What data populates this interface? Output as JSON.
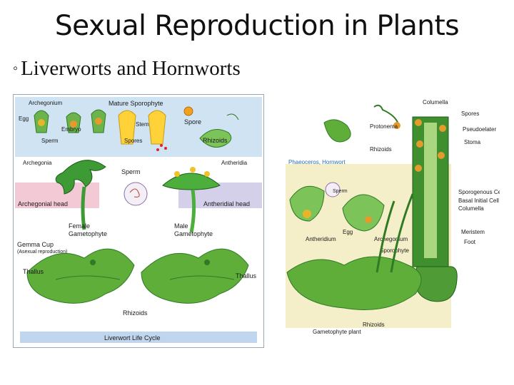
{
  "slide": {
    "title": "Sexual Reproduction in Plants",
    "bullet_text": "Liverworts and Hornworts",
    "bullet_icon": "hollow-circle-bullet-icon"
  },
  "liverwort_figure": {
    "caption": "Liverwort Life Cycle",
    "labels": {
      "archegonium": "Archegonium",
      "mature_sporophyte": "Mature Sporophyte",
      "egg": "Egg",
      "embryo": "Embryo",
      "stem": "Stem",
      "spore": "Spore",
      "sperm_top": "Sperm",
      "spores": "Spores",
      "rhizoids_top": "Rhizoids",
      "archegonia": "Archegonia",
      "antheridia": "Antheridia",
      "sperm_mid": "Sperm",
      "archegonial_head": "Archegonial head",
      "antheridial_head": "Antheridial head",
      "female_gametophyte_1": "Female",
      "female_gametophyte_2": "Gametophyte",
      "male_gametophyte_1": "Male",
      "male_gametophyte_2": "Gametophyte",
      "gemma_cup": "Gemma Cup",
      "asexual_reproduction": "(Asexual reproduction)",
      "thallus_left": "Thallus",
      "thallus_right": "Thallus",
      "rhizoids_bottom": "Rhizoids"
    },
    "colors": {
      "panel_blue": "#cfe3f3",
      "panel_pink": "#f3c9d6",
      "panel_lilac": "#d5d0ea",
      "caption_bar": "#bfd6ee",
      "leaf_green": "#5fae3a",
      "leaf_dark": "#2f7a25"
    }
  },
  "hornwort_figure": {
    "title": "Phaeoceros, Hornwort",
    "labels": {
      "columella_top": "Columella",
      "spores": "Spores",
      "protonema": "Protonema",
      "pseudoelater": "Pseudoelater",
      "stoma": "Stoma",
      "rhizoids_top": "Rhizoids",
      "sperm": "Sperm",
      "egg": "Egg",
      "antheridium": "Antheridium",
      "archegonium": "Archegonium",
      "sporophyte": "Sporophyte",
      "sporogenous_cells": "Sporogenous Cells",
      "basal_initial_cell": "Basal Initial Cell",
      "columella_mid": "Columella",
      "meristem": "Meristem",
      "foot": "Foot",
      "rhizoids_bottom": "Rhizoids",
      "gametophyte_plant": "Gametophyte plant"
    },
    "colors": {
      "panel_cream": "#f5efc9",
      "sporophyte_green": "#3f8f2e",
      "spore_orange": "#e59a2b"
    }
  }
}
